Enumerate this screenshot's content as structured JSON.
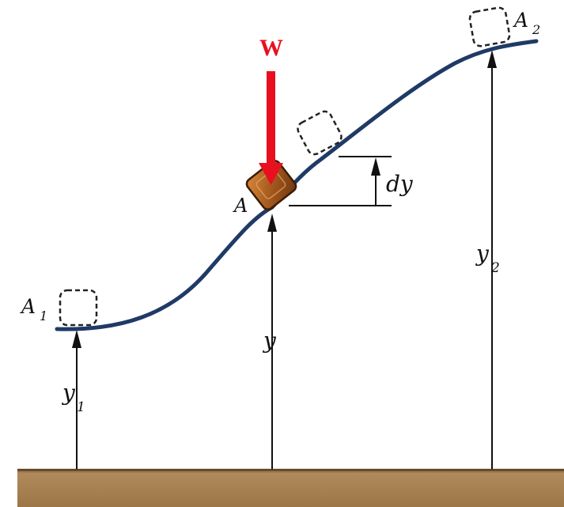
{
  "labels": {
    "weight": "W",
    "point_a": "A",
    "point_a1": "A",
    "point_a1_sub": "1",
    "point_a2": "A",
    "point_a2_sub": "2",
    "height_y": "y",
    "height_y1": "y",
    "height_y1_sub": "1",
    "height_y2": "y",
    "height_y2_sub": "2",
    "dy": "dy"
  },
  "colors": {
    "curve": "#1f3a66",
    "weight_arrow": "#e8101e",
    "block_fill": "#a0561c",
    "ground": "#a57f4f"
  }
}
